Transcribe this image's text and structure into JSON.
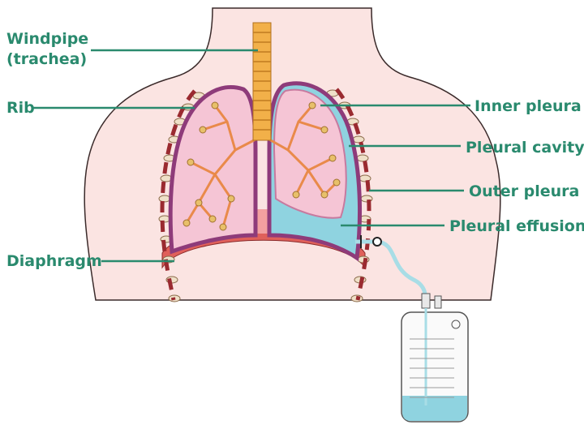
{
  "labels": {
    "windpipe": "Windpipe",
    "trachea": "(trachea)",
    "rib": "Rib",
    "diaphragm": "Diaphragm",
    "inner_pleura": "Inner pleura",
    "pleural_cavity": "Pleural cavity",
    "outer_pleura": "Outer pleura",
    "pleural_effusion": "Pleural effusion"
  },
  "colors": {
    "label": "#2a8a6e",
    "skin": "#fbe4e2",
    "lung": "#f5c5d5",
    "pleura": "#8e3b7a",
    "airway": "#f0a35a",
    "trachea": "#f2b049",
    "fluid": "#8fd3e0",
    "diaphragm": "#e0605a"
  }
}
